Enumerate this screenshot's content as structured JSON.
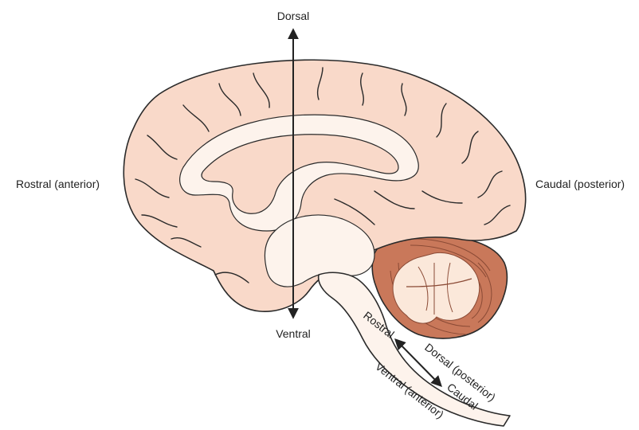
{
  "labels": {
    "dorsal": "Dorsal",
    "ventral": "Ventral",
    "rostral_anterior": "Rostral (anterior)",
    "caudal_posterior": "Caudal (posterior)",
    "stem_rostral": "Rostral",
    "stem_caudal": "Caudal",
    "stem_dorsal_posterior": "Dorsal (posterior)",
    "stem_ventral_anterior": "Ventral (anterior)"
  },
  "colors": {
    "cortex": "#f9d9c9",
    "inner": "#fdf3ec",
    "cerebellum": "#c9785a",
    "cerebellum_white": "#fbe8da",
    "outline": "#2a2a2a",
    "arrow": "#222222"
  }
}
